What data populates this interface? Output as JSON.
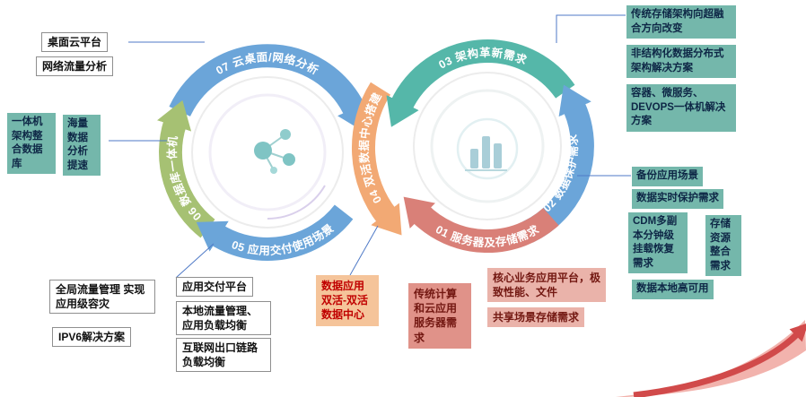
{
  "arcs": {
    "a07": {
      "label": "07 云桌面/网络分析",
      "color": "#6ba5d9"
    },
    "a06": {
      "label": "06 数据库一体机",
      "color": "#a6c173"
    },
    "a05": {
      "label": "05 应用交付使用场景",
      "color": "#6ba5d9"
    },
    "a04": {
      "label": "04 双活数据中心搭建",
      "color": "#f2a974"
    },
    "a03": {
      "label": "03 架构革新需求",
      "color": "#55b7a9"
    },
    "a02": {
      "label": "02 数据保护需求",
      "color": "#6ba5d9"
    },
    "a01": {
      "label": "01 服务器及存储需求",
      "color": "#d98078"
    }
  },
  "callouts": {
    "top_left": [
      "桌面云平台",
      "网络流量分析"
    ],
    "left": [
      "一体机架构整合数据库",
      "海量数据分析提速"
    ],
    "bottom_left": [
      "全局流量管理 实现应用级容灾",
      "IPV6解决方案",
      "应用交付平台",
      "本地流量管理、应用负载均衡",
      "互联网出口链路负载均衡"
    ],
    "bottom_mid": {
      "dual_active": "数据应用双活-双活数据中心",
      "traditional": "传统计算和云应用服务器需求",
      "core_1": "核心业务应用平台，极致性能、文件",
      "core_2": "共享场景存储需求"
    },
    "top_right": [
      "传统存储架构向超融合方向改变",
      "非结构化数据分布式架构解决方案",
      "容器、微服务、DEVOPS一体机解决方案"
    ],
    "right": [
      "备份应用场景",
      "数据实时保护需求",
      "CDM多副本分钟级挂载恢复需求",
      "存储资源整合需求",
      "数据本地高可用"
    ]
  },
  "icons": {
    "left_center": "molecule-icon",
    "right_center": "bar-chart-icon"
  },
  "colors": {
    "teal_box": "#74b7ab",
    "white_box_border": "#8f8f8f",
    "pink_box": "#e09289",
    "pink_light_box": "#eab3aa",
    "orange_box": "#f5c49a",
    "connector": "#4f7ac7",
    "swoosh_dark": "#d14a4a",
    "swoosh_light": "#f2b3ad"
  }
}
